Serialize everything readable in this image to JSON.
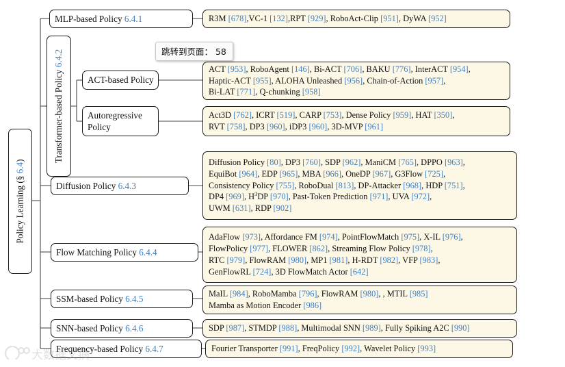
{
  "figure": {
    "type": "taxonomy-tree",
    "root": {
      "label_prefix": "Policy Learning (§ ",
      "section": "6.4",
      "label_suffix": ")",
      "full": "Policy Learning (§ 6.4)"
    },
    "accent_section_color": "#3f7fc1",
    "leaf_fill_color": "#fdf8e6",
    "node_border_color": "#1b1b1b"
  },
  "tooltip": {
    "text": "跳转到页面： 58",
    "visible": true
  },
  "watermark": {
    "text": "大数据文摘"
  },
  "branches": {
    "mlp": {
      "label": "MLP-based Policy",
      "section": "6.4.1",
      "items_lines": [
        "R3M [678],VC-1 [132],RPT [929], RoboAct-Clip [951], DyWA [952]"
      ]
    },
    "transformer": {
      "label": "Transformer-based Policy",
      "section": "6.4.2",
      "children": {
        "act": {
          "label": "ACT-based Policy",
          "items_lines": [
            "ACT [953], RoboAgent [146], Bi-ACT [706], BAKU [776], InterACT [954],",
            "Haptic-ACT [955], ALOHA Unleashed [956], Chain-of-Action [957],",
            "Bi-LAT [771], Q-chunking [958]"
          ]
        },
        "autoregressive": {
          "label_line1": "Autoregressive",
          "label_line2": "Policy",
          "items_lines": [
            "Act3D [762], ICRT [519], CARP [753], Dense Policy [959], HAT [350],",
            "RVT [758], DP3 [960], iDP3 [960], 3D-MVP [961]"
          ]
        }
      }
    },
    "diffusion": {
      "label": "Diffusion Policy",
      "section": "6.4.3",
      "items_lines": [
        "Diffusion Policy [80], DP3 [760], SDP [962], ManiCM [765], DPPO [963],",
        "EquiBot [964], EDP [965], MBA [966], OneDP [967], G3Flow [725],",
        "Consistency Policy [755], RoboDual [813], DP-Attacker [968], HDP [751],",
        "DP4 [969], H³DP [970], Past-Token Prediction [971], UVA [972],",
        "UWM [631], RDP [902]"
      ]
    },
    "flow": {
      "label": "Flow Matching Policy",
      "section": "6.4.4",
      "items_lines": [
        "AdaFlow [973], Affordance FM [974], PointFlowMatch [975], X-IL [976],",
        "FlowPolicy [977], FLOWER [862], Streaming Flow Policy [978],",
        "RTC [979], FlowRAM [980], MP1 [981], H-RDT [982], VFP [983],",
        "GenFlowRL [724], 3D FlowMatch Actor [642]"
      ]
    },
    "ssm": {
      "label": "SSM-based Policy",
      "section": "6.4.5",
      "items_lines": [
        "MaIL [984], RoboMamba [796], FlowRAM [980], , MTIL [985]",
        "Mamba as Motion Encoder [986]"
      ]
    },
    "snn": {
      "label": "SNN-based Policy",
      "section": "6.4.6",
      "items_lines": [
        "SDP [987], STMDP [988], Multimodal SNN [989], Fully Spiking A2C [990]"
      ]
    },
    "frequency": {
      "label": "Frequency-based Policy",
      "section": "6.4.7",
      "items_lines": [
        "Fourier Transporter [991], FreqPolicy [992], Wavelet Policy [993]"
      ]
    }
  }
}
